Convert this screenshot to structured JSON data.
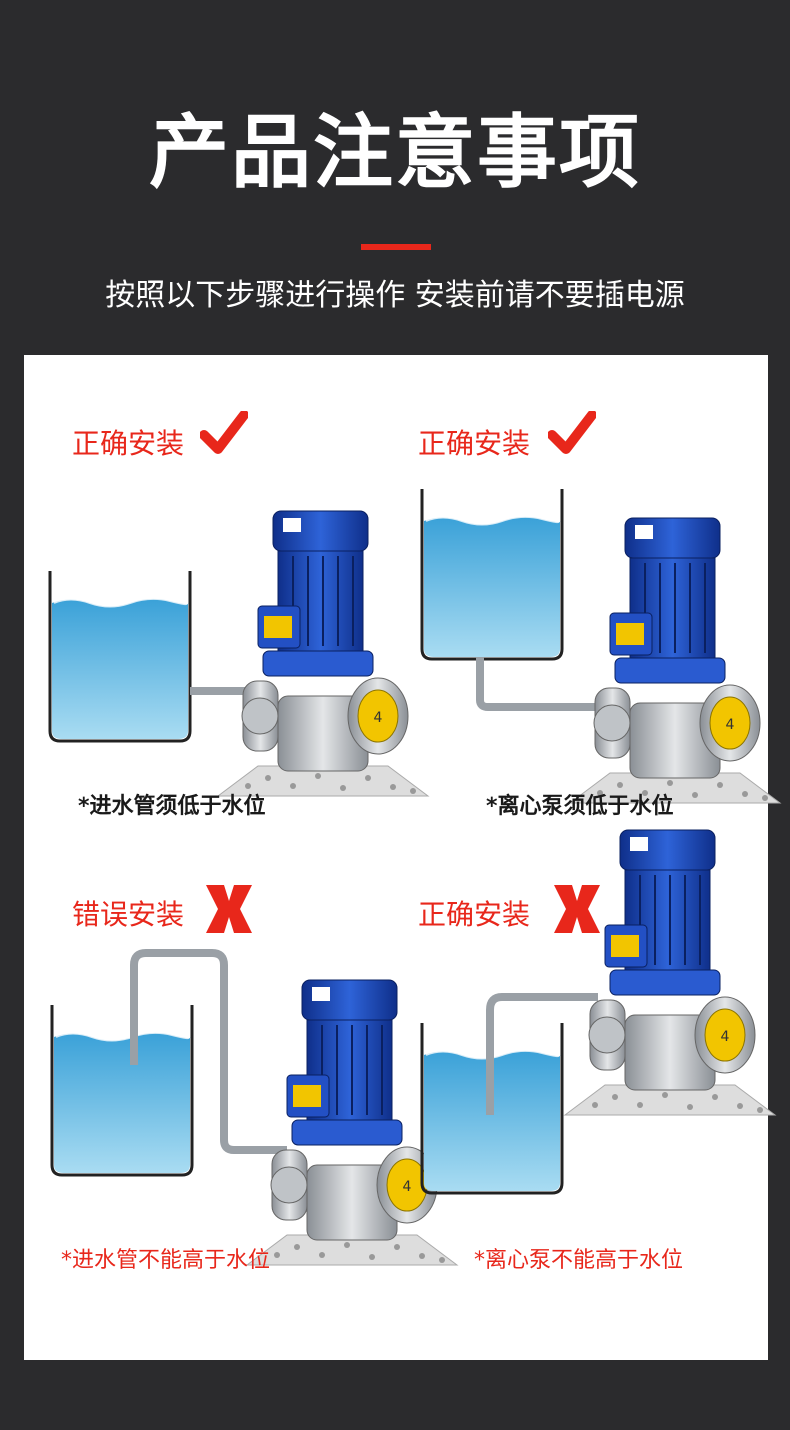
{
  "header": {
    "title": "产品注意事项",
    "subtitle": "按照以下步骤进行操作  安装前请不要插电源"
  },
  "colors": {
    "background": "#2b2b2d",
    "accent": "#e8271b",
    "water": "#5bb6e0",
    "pump_blue": "#1f4fbf"
  },
  "panels": [
    {
      "label": "正确安装",
      "mark": "check-icon",
      "caption": "*进水管须低于水位"
    },
    {
      "label": "正确安装",
      "mark": "check-icon",
      "caption": "*离心泵须低于水位"
    },
    {
      "label": "错误安装",
      "mark": "cross-icon",
      "caption": "*进水管不能高于水位"
    },
    {
      "label": "正确安装",
      "mark": "cross-icon",
      "caption": "*离心泵不能高于水位"
    }
  ]
}
